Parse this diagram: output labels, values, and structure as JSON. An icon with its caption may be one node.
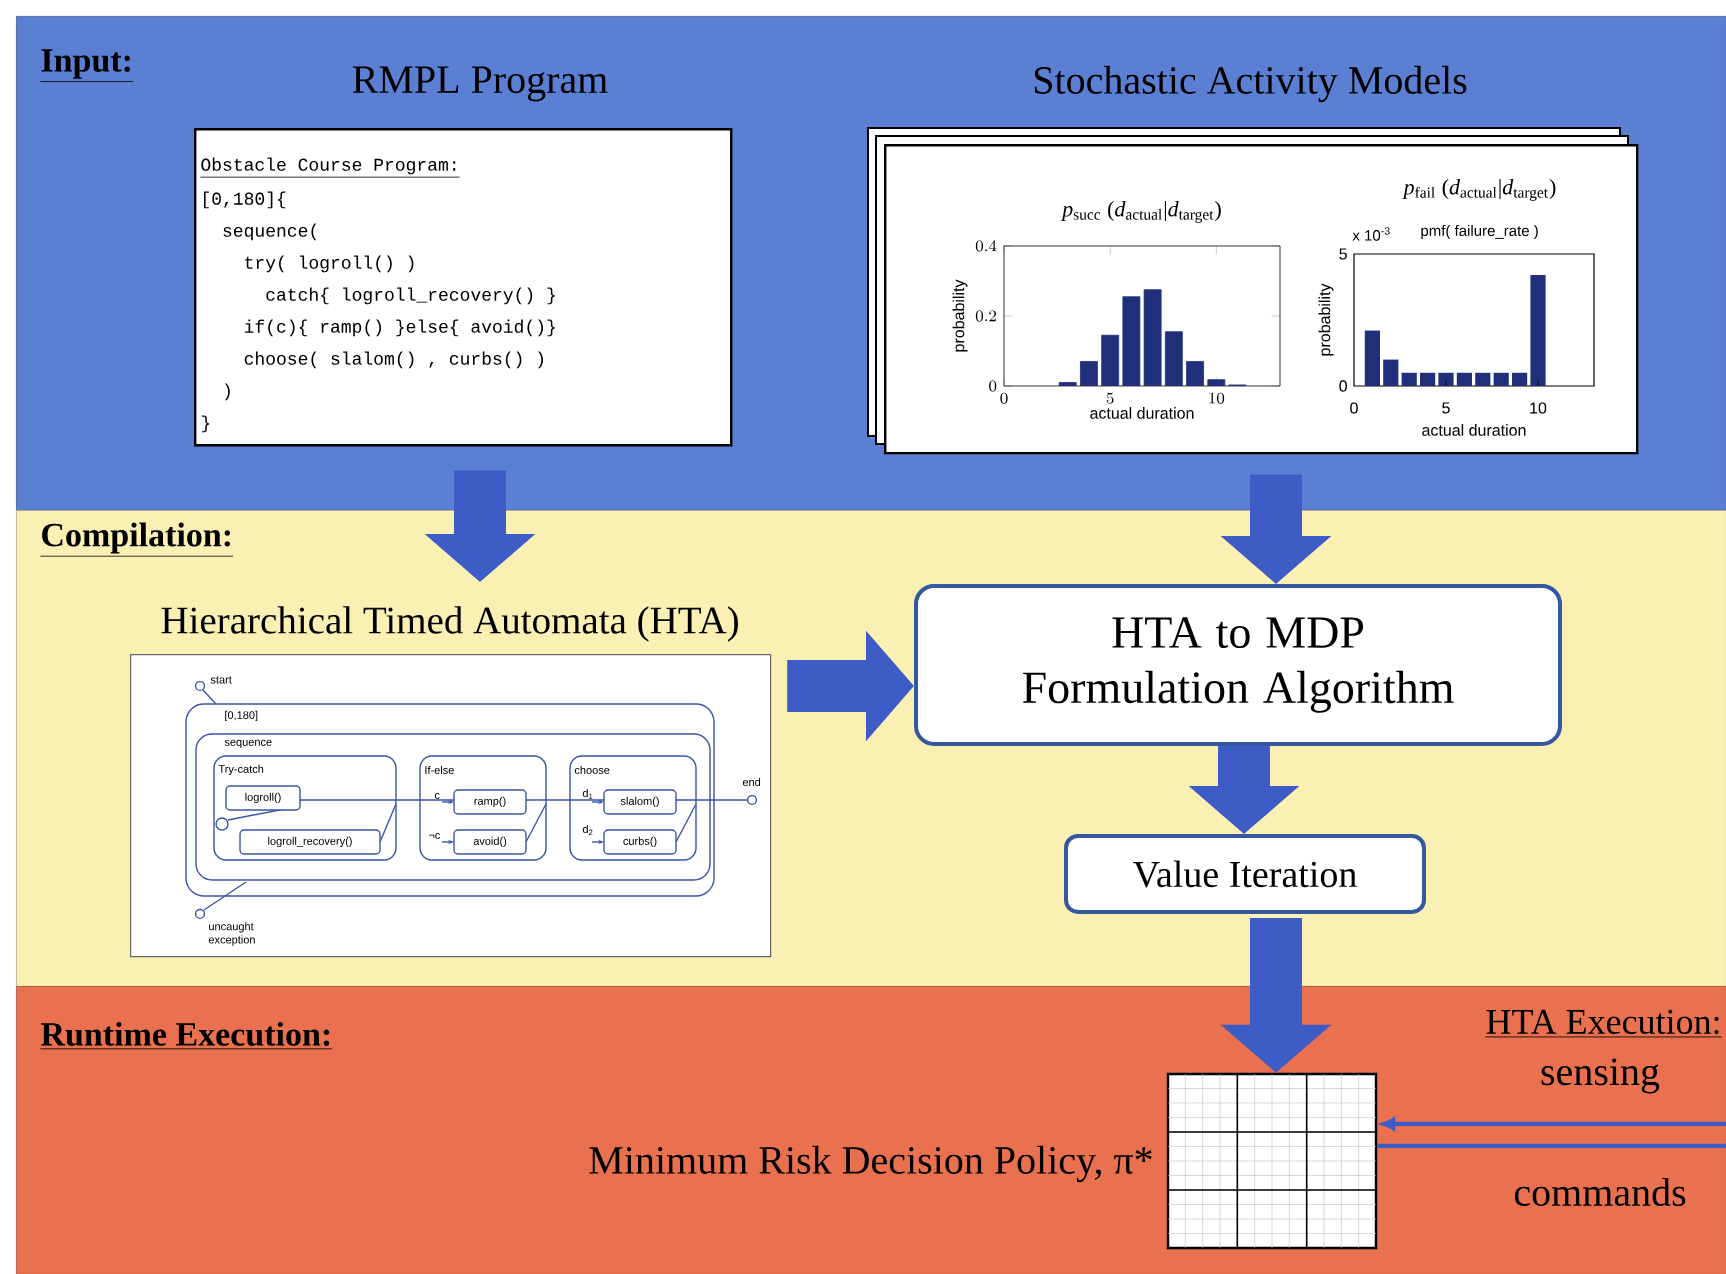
{
  "diagram": {
    "nodes": [
      {
        "text": [
          "Input:"
        ]
      },
      {
        "text": [
          "RMPL Program",
          "Obstacle Course Program:",
          "[0,180]{",
          "sequence(",
          "try( logroll() )",
          "catch{ logroll_recovery() }",
          "if(c){ ramp() }else{ avoid()}",
          "choose( slalom() , curbs() )",
          ")",
          "}"
        ],
        "in": 0
      },
      {
        "text": [
          "Stochastic Activity Models"
        ],
        "in": 0
      },
      {
        "text": [
          "Compilation:"
        ]
      },
      {
        "text": [
          "Hierarchical Timed Automata (HTA)"
        ],
        "in": 3
      },
      {
        "text": [
          "HTA to MDP Formulation Algorithm"
        ],
        "in": 3
      },
      {
        "text": [
          "Value Iteration"
        ],
        "in": 3
      },
      {
        "text": [
          "Runtime Execution:"
        ]
      },
      {
        "text": [],
        "shape": "box",
        "in": 7,
        "beside": [
          "Minimum Risk Decision Policy, π*"
        ]
      },
      {
        "text": [
          "HTA Execution:"
        ],
        "in": 7
      }
    ],
    "edges": [
      {
        "from": 1,
        "to": 4,
        "arrow": "to"
      },
      {
        "from": 2,
        "to": 5,
        "arrow": "to"
      },
      {
        "from": 4,
        "to": 5,
        "arrow": "to"
      },
      {
        "from": 5,
        "to": 6,
        "arrow": "to"
      },
      {
        "from": 6,
        "to": 8,
        "arrow": "to"
      },
      {
        "from": 9,
        "to": 8,
        "arrow": "to",
        "label": "sensing"
      },
      {
        "from": 8,
        "to": 9,
        "arrow": "none",
        "label": "commands"
      }
    ],
    "labels": [
      "*p*$_{fail}$ (*d*$_{actual}$|*d*$_{target}$)",
      "x 10$^{-3}$",
      "pmf( failure_rate )",
      "5",
      "0",
      "probability",
      "0",
      "5",
      "10",
      "actual duration",
      "start",
      "[0,180]",
      "sequence",
      "Try-catch",
      "If-else",
      "choose",
      "c",
      "logroll()",
      "ramp()",
      "d$_{1}$",
      "slalom()",
      "end",
      "¬c",
      "d$_{2}$",
      "logroll_recovery()",
      "avoid()",
      "curbs()",
      "uncaught exception"
    ],
    "chart_data": {
      "type": "bar",
      "title": "*p*$_{succ}$ (*d*$_{actual}$|*d*$_{target}$)",
      "xlabel": "actual duration",
      "ylabel": "probability",
      "x": [
        3,
        4,
        5,
        6,
        7,
        8,
        9,
        10,
        11
      ],
      "values": [
        0.01,
        0.07,
        0.145,
        0.255,
        0.275,
        0.155,
        0.07,
        0.018,
        0.003
      ],
      "xlim": [
        0,
        13
      ],
      "ylim": [
        0,
        0.4
      ],
      "xticks": [
        0,
        5,
        10
      ],
      "yticks": [
        0,
        0.2,
        0.4
      ]
    }
  }
}
